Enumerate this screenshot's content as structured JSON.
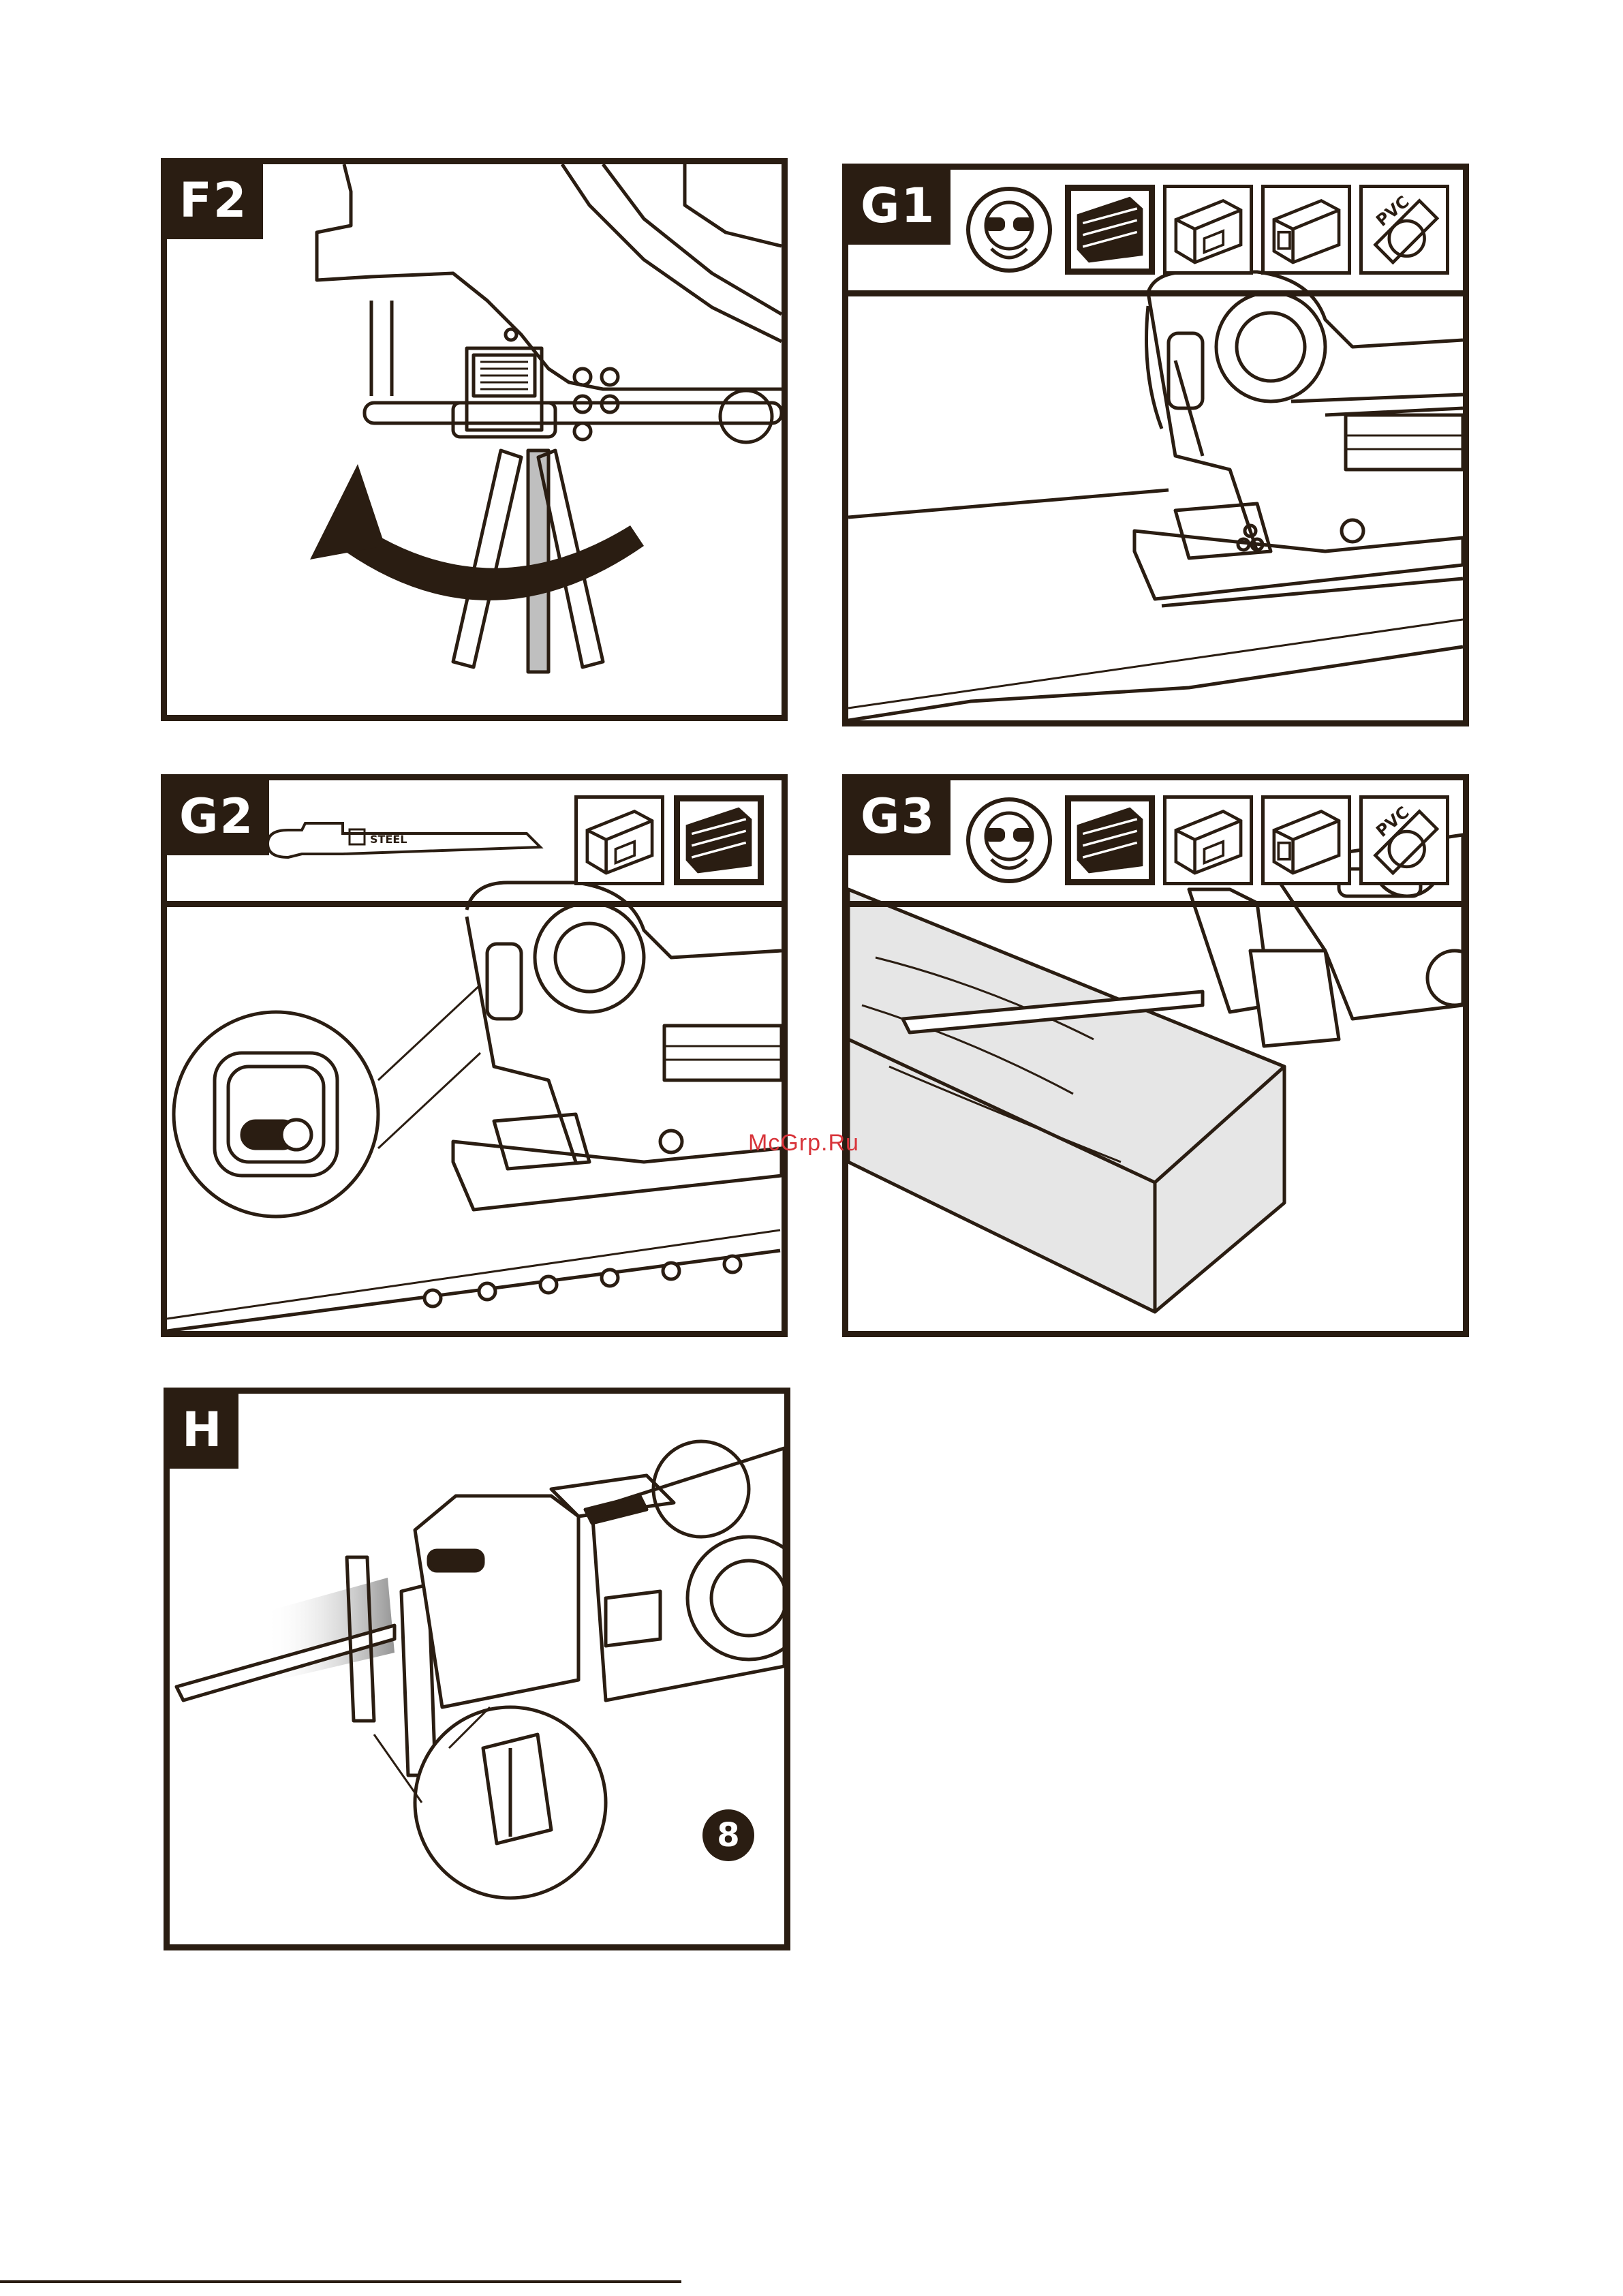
{
  "panels": {
    "f2": {
      "label": "F2"
    },
    "g1": {
      "label": "G1",
      "icons": [
        "safety-goggles",
        "wood",
        "metal-profile",
        "aluminum-tube",
        "pvc-pipe"
      ],
      "active_icon": "wood"
    },
    "g2": {
      "label": "G2",
      "blade_text": "STEEL",
      "icons": [
        "metal-profile",
        "wood"
      ],
      "active_icon": "wood"
    },
    "g3": {
      "label": "G3",
      "icons": [
        "safety-goggles",
        "wood",
        "metal-profile",
        "aluminum-tube",
        "pvc-pipe"
      ],
      "active_icon": "wood"
    },
    "h": {
      "label": "H",
      "callout": "8"
    }
  },
  "icon_text": {
    "pvc": "PVC"
  },
  "watermark": "McGrp.Ru",
  "colors": {
    "ink": "#2a1d12",
    "watermark": "#d8343a"
  }
}
